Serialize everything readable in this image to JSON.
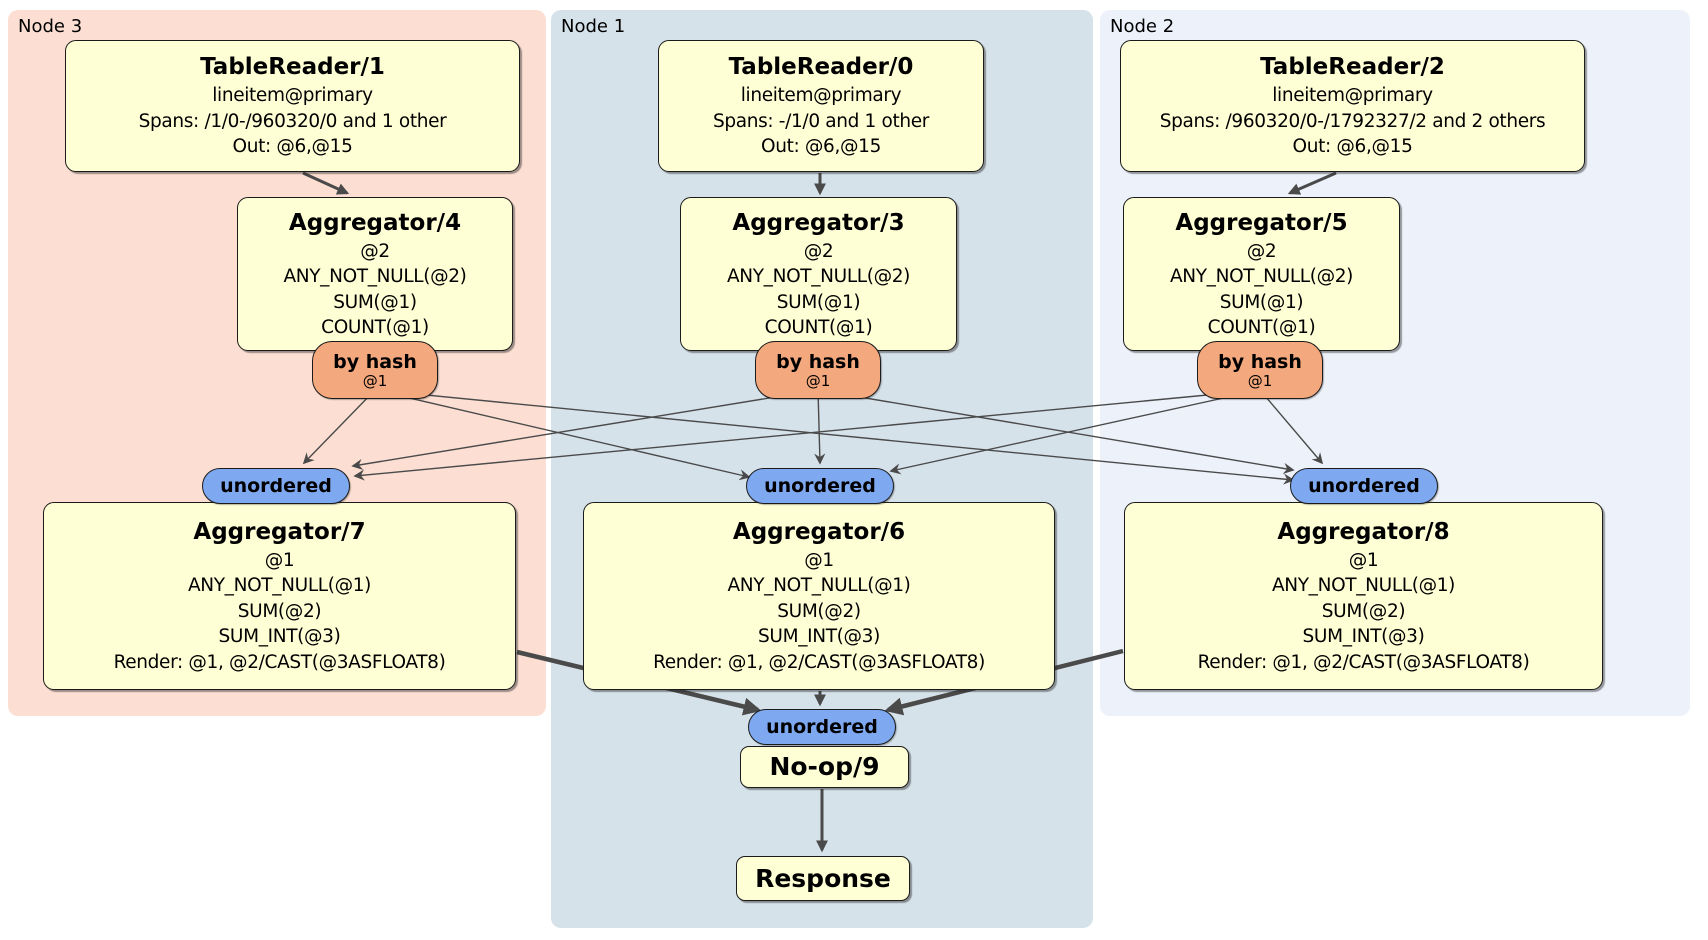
{
  "panels": [
    {
      "label": "Node 3"
    },
    {
      "label": "Node 1"
    },
    {
      "label": "Node 2"
    }
  ],
  "processors": {
    "tr1": {
      "title": "TableReader/1",
      "lines": [
        "lineitem@primary",
        "Spans: /1/0-/960320/0 and 1 other",
        "Out: @6,@15"
      ]
    },
    "tr0": {
      "title": "TableReader/0",
      "lines": [
        "lineitem@primary",
        "Spans: -/1/0 and 1 other",
        "Out: @6,@15"
      ]
    },
    "tr2": {
      "title": "TableReader/2",
      "lines": [
        "lineitem@primary",
        "Spans: /960320/0-/1792327/2 and 2 others",
        "Out: @6,@15"
      ]
    },
    "agg4": {
      "title": "Aggregator/4",
      "lines": [
        "@2",
        "ANY_NOT_NULL(@2)",
        "SUM(@1)",
        "COUNT(@1)"
      ]
    },
    "agg3": {
      "title": "Aggregator/3",
      "lines": [
        "@2",
        "ANY_NOT_NULL(@2)",
        "SUM(@1)",
        "COUNT(@1)"
      ]
    },
    "agg5": {
      "title": "Aggregator/5",
      "lines": [
        "@2",
        "ANY_NOT_NULL(@2)",
        "SUM(@1)",
        "COUNT(@1)"
      ]
    },
    "agg7": {
      "title": "Aggregator/7",
      "lines": [
        "@1",
        "ANY_NOT_NULL(@1)",
        "SUM(@2)",
        "SUM_INT(@3)",
        "Render: @1, @2/CAST(@3ASFLOAT8)"
      ]
    },
    "agg6": {
      "title": "Aggregator/6",
      "lines": [
        "@1",
        "ANY_NOT_NULL(@1)",
        "SUM(@2)",
        "SUM_INT(@3)",
        "Render: @1, @2/CAST(@3ASFLOAT8)"
      ]
    },
    "agg8": {
      "title": "Aggregator/8",
      "lines": [
        "@1",
        "ANY_NOT_NULL(@1)",
        "SUM(@2)",
        "SUM_INT(@3)",
        "Render: @1, @2/CAST(@3ASFLOAT8)"
      ]
    },
    "noop": {
      "title": "No-op/9"
    },
    "response": {
      "title": "Response"
    }
  },
  "routers": {
    "by_hash_label": "by hash",
    "by_hash_key": "@1",
    "unordered_label": "unordered"
  },
  "colors": {
    "panel-node3-bg": "#fcdfd2",
    "panel-node1-bg": "#d6e2ea",
    "panel-node2-bg": "#edf2fa",
    "box-bg": "#ffffd6",
    "box-border": "#1b1b1b",
    "byhash-bg": "#f4a87d",
    "unordered-bg": "#7ea9f0",
    "edge-color": "#4a4a4a"
  }
}
